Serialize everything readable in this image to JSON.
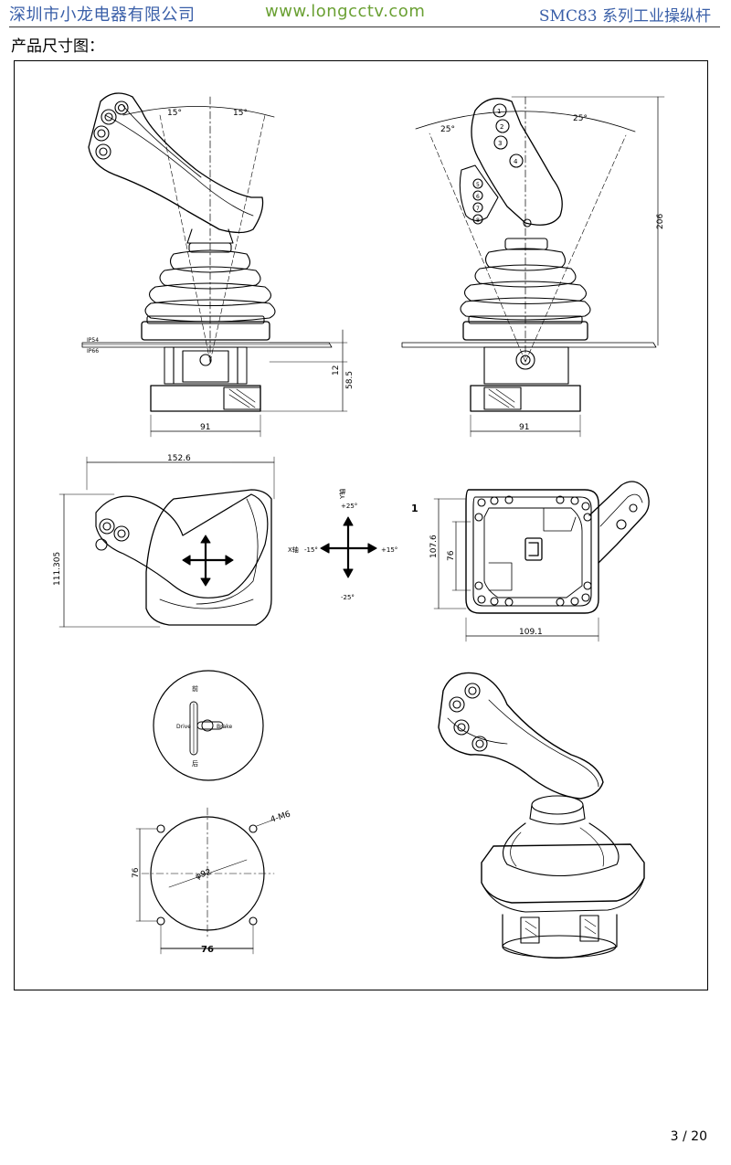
{
  "header": {
    "company": "深圳市小龙电器有限公司",
    "url": "www.longcctv.com",
    "model": "SMC83 系列工业操纵杆"
  },
  "section_title": "产品尺寸图：",
  "drawing": {
    "front": {
      "angle_left": "15°",
      "angle_right": "15°",
      "ip_upper": "IP54",
      "ip_lower": "IP66",
      "dim_12": "12",
      "dim_58_5": "58.5",
      "dim_91": "91"
    },
    "side": {
      "angle_left": "25°",
      "angle_right": "25°",
      "dim_206": "206",
      "dim_91": "91",
      "buttons": [
        "1",
        "2",
        "3",
        "4",
        "5",
        "6",
        "7",
        "8"
      ]
    },
    "top": {
      "dim_152_6": "152.6",
      "dim_111_305": "111.305"
    },
    "axes": {
      "y_axis": "Y轴",
      "x_axis": "X轴",
      "plus25": "+25°",
      "minus25": "-25°",
      "minus15": "-15°",
      "plus15": "+15°"
    },
    "bottom": {
      "label_1": "1",
      "dim_107_6": "107.6",
      "dim_76": "76",
      "dim_109_1": "109.1"
    },
    "gate": {
      "front": "前",
      "back": "后",
      "drive": "Drive",
      "brake": "Brake"
    },
    "mount": {
      "holes": "4-M6",
      "diameter": "φ92",
      "dim_v": "76",
      "dim_h": "76"
    }
  },
  "page_number": "3 / 20"
}
